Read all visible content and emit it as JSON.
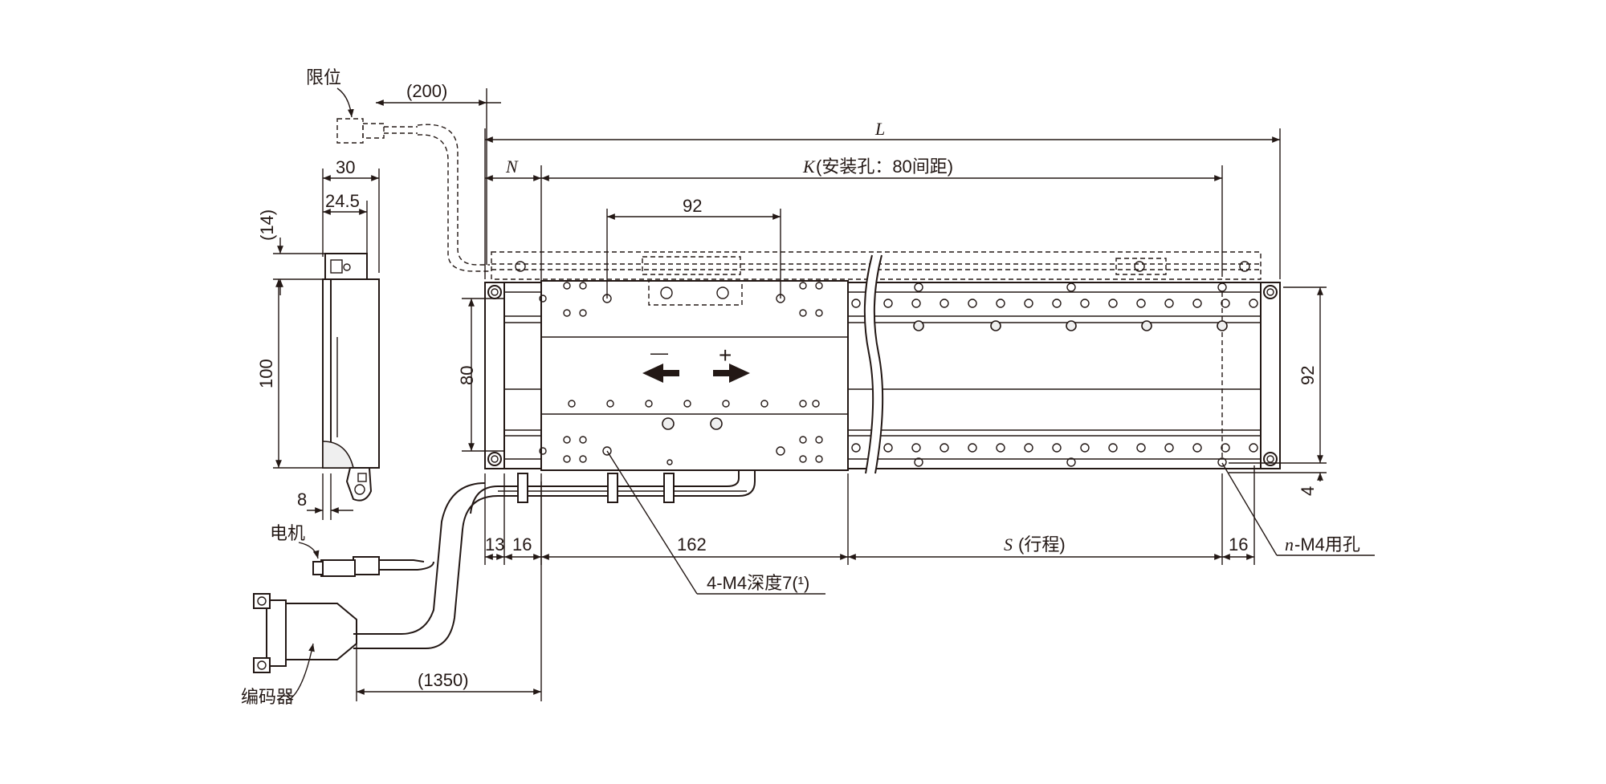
{
  "labels": {
    "limit": "限位",
    "motor": "电机",
    "encoder": "编码器",
    "plus": "+",
    "minus": "—"
  },
  "dims": {
    "cable_limit": "(200)",
    "length": "L",
    "n_offset": "N",
    "k_mount": "K",
    "k_mount_note": "(安装孔：80间距)",
    "table_holes": "92",
    "side_width": "30",
    "side_inner": "24.5",
    "side_top": "(14)",
    "side_height": "100",
    "side_8": "8",
    "height_80": "80",
    "height_92": "92",
    "offset_4": "4",
    "d13": "13",
    "d16a": "16",
    "d162": "162",
    "stroke_s": "S",
    "stroke_note": "(行程)",
    "d16b": "16",
    "cable_1350": "(1350)"
  },
  "callouts": {
    "tapped_holes": "4-M4深度7(¹)",
    "mount_holes_n": "n",
    "mount_holes": "-M4用孔"
  }
}
